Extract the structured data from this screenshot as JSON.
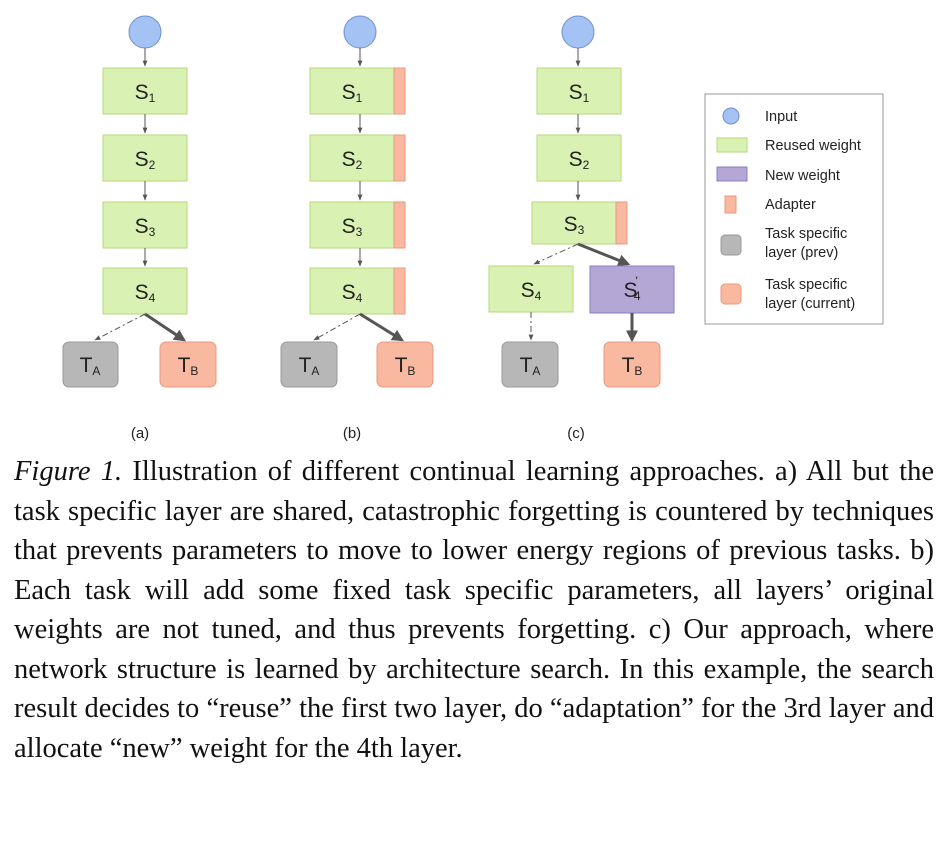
{
  "layers": {
    "s1": {
      "base": "S",
      "sub": "1"
    },
    "s2": {
      "base": "S",
      "sub": "2"
    },
    "s3": {
      "base": "S",
      "sub": "3"
    },
    "s4": {
      "base": "S",
      "sub": "4"
    },
    "s4_new": {
      "base": "S",
      "prime": "'",
      "sub": "4"
    },
    "ta": {
      "base": "T",
      "sub": "A"
    },
    "tb": {
      "base": "T",
      "sub": "B"
    }
  },
  "panels": {
    "a": "(a)",
    "b": "(b)",
    "c": "(c)"
  },
  "legend": {
    "input": "Input",
    "reused": "Reused weight",
    "new": "New weight",
    "adapter": "Adapter",
    "task_prev_line1": "Task specific",
    "task_prev_line2": "layer (prev)",
    "task_curr_line1": "Task specific",
    "task_curr_line2": "layer (current)"
  },
  "colors": {
    "input": "#a4c2f4",
    "reused": "#d9f2b4",
    "reused_border": "#b6d77a",
    "new": "#b4a7d6",
    "adapter": "#f9b8a0",
    "task_prev": "#b7b7b7",
    "task_current": "#f9b8a0"
  },
  "caption": {
    "label": "Figure 1.",
    "text": "Illustration of different continual learning approaches. a) All but the task specific layer are shared, catastrophic forgetting is countered by techniques that prevents parameters to move to lower energy regions of previous tasks. b) Each task will add some fixed task specific parameters, all layers’ original weights are not tuned, and thus prevents forgetting. c) Our approach, where network structure is learned by architecture search. In this example, the search result decides to “reuse” the first two layer, do “adaptation” for the 3rd layer and allocate “new” weight for the 4th layer."
  }
}
